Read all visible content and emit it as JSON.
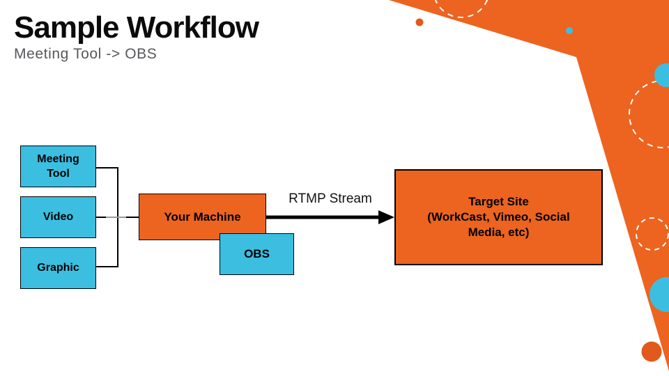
{
  "slide": {
    "title": "Sample Workflow",
    "subtitle": "Meeting Tool -> OBS"
  },
  "diagram": {
    "sources": [
      {
        "label": "Meeting Tool"
      },
      {
        "label": "Video"
      },
      {
        "label": "Graphic"
      }
    ],
    "machine": {
      "label": "Your Machine"
    },
    "obs": {
      "label": "OBS"
    },
    "arrow_label": "RTMP Stream",
    "target": {
      "line1": "Target Site",
      "line2": "(WorkCast, Vimeo, Social",
      "line3": "Media, etc)"
    }
  },
  "colors": {
    "box_cyan": "#3cbee0",
    "box_orange": "#ec6420",
    "deco_orange": "#ec6420",
    "deco_dot_orange": "#e2591c",
    "deco_dot_cyan": "#3cbee0",
    "subtitle_gray": "#57575b",
    "connector_black": "#000000"
  }
}
